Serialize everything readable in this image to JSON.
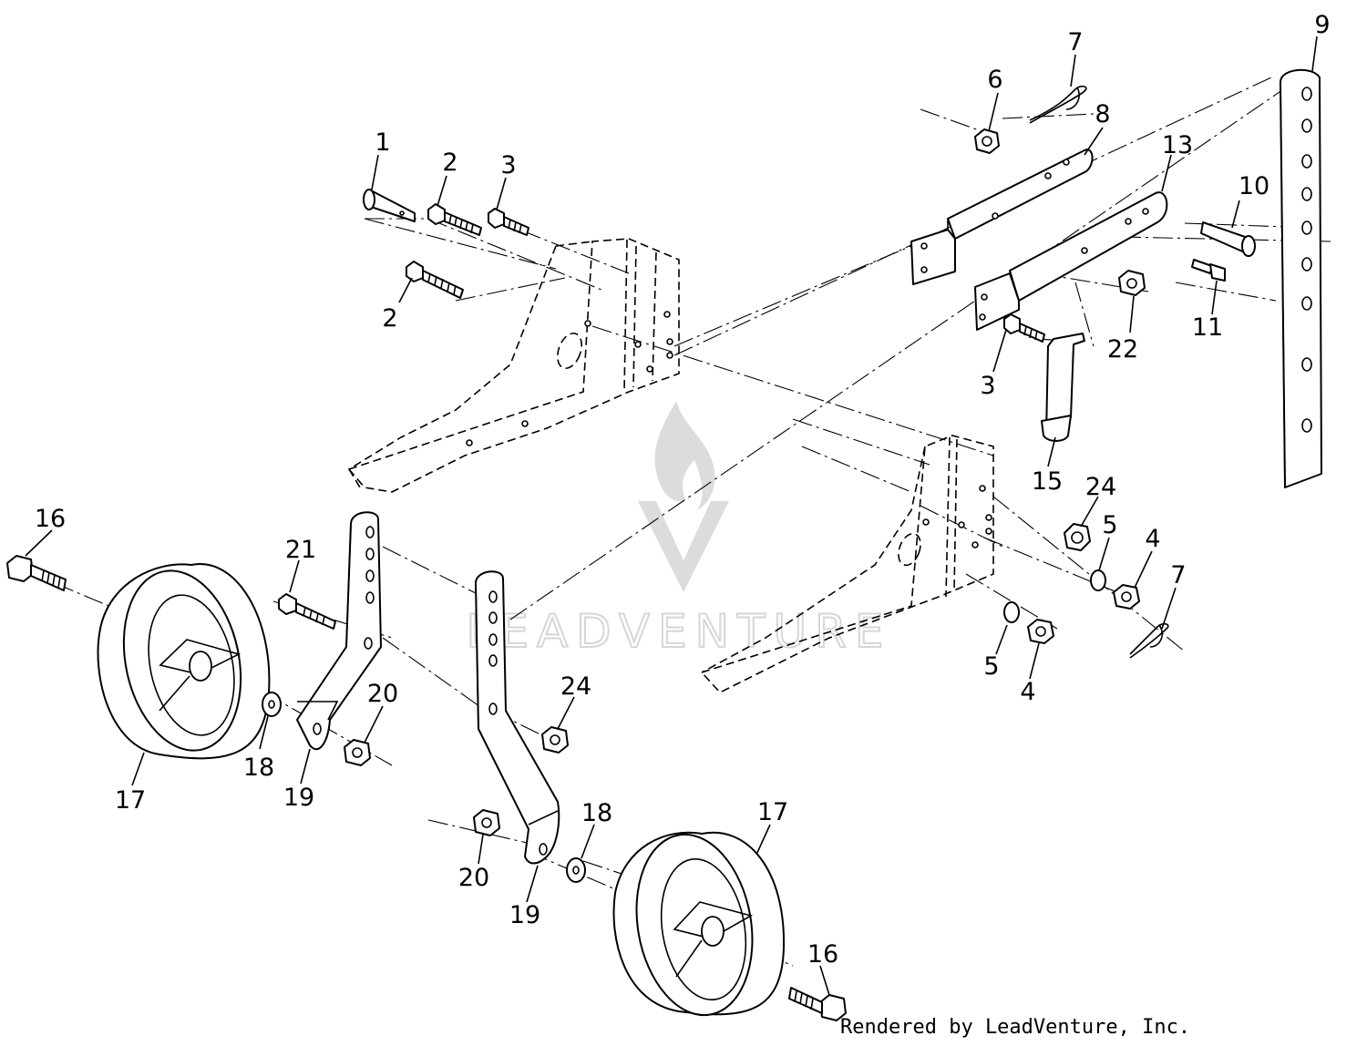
{
  "watermark": {
    "text": "LEADVENTURE",
    "icon": "flame-v-logo-icon"
  },
  "credit": "Rendered by LeadVenture, Inc.",
  "callouts": [
    {
      "id": "c1",
      "label": "1"
    },
    {
      "id": "c2a",
      "label": "2"
    },
    {
      "id": "c2b",
      "label": "2"
    },
    {
      "id": "c3a",
      "label": "3"
    },
    {
      "id": "c3b",
      "label": "3"
    },
    {
      "id": "c4a",
      "label": "4"
    },
    {
      "id": "c4b",
      "label": "4"
    },
    {
      "id": "c5a",
      "label": "5"
    },
    {
      "id": "c5b",
      "label": "5"
    },
    {
      "id": "c6",
      "label": "6"
    },
    {
      "id": "c7a",
      "label": "7"
    },
    {
      "id": "c7b",
      "label": "7"
    },
    {
      "id": "c8",
      "label": "8"
    },
    {
      "id": "c9",
      "label": "9"
    },
    {
      "id": "c10",
      "label": "10"
    },
    {
      "id": "c11",
      "label": "11"
    },
    {
      "id": "c13",
      "label": "13"
    },
    {
      "id": "c15",
      "label": "15"
    },
    {
      "id": "c16a",
      "label": "16"
    },
    {
      "id": "c16b",
      "label": "16"
    },
    {
      "id": "c17a",
      "label": "17"
    },
    {
      "id": "c17b",
      "label": "17"
    },
    {
      "id": "c18a",
      "label": "18"
    },
    {
      "id": "c18b",
      "label": "18"
    },
    {
      "id": "c19a",
      "label": "19"
    },
    {
      "id": "c19b",
      "label": "19"
    },
    {
      "id": "c20a",
      "label": "20"
    },
    {
      "id": "c20b",
      "label": "20"
    },
    {
      "id": "c21",
      "label": "21"
    },
    {
      "id": "c22",
      "label": "22"
    },
    {
      "id": "c24a",
      "label": "24"
    },
    {
      "id": "c24b",
      "label": "24"
    }
  ]
}
